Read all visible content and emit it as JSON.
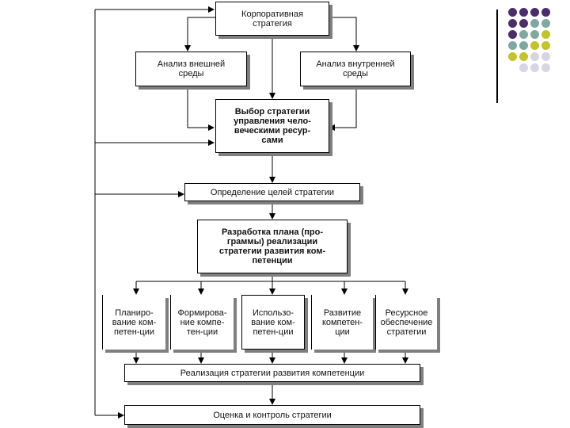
{
  "boxes": {
    "corporate": "Корпоративная\nстратегия",
    "external": "Анализ внешней\nсреды",
    "internal": "Анализ внутренней\nсреды",
    "choice": "Выбор стратегии\nуправления чело-\nвеческими ресур-\nсами",
    "goals": "Определение целей стратегии",
    "plan": "Разработка плана (про-\nграммы) реализации\nстратегии развития ком-\nпетенции",
    "planning": "Планиро-\nвание ком-\nпетен-ции",
    "forming": "Формирова-\nние компе-\nтен-ции",
    "using": "Использо-\nвание ком-\nпетен-ции",
    "developing": "Развитие\nкомпетен-\nции",
    "resource": "Ресурсное\nобеспечение\nстратегии",
    "implementation": "Реализация стратегии развития компетенции",
    "evaluation": "Оценка и контроль стратегии"
  },
  "colors": {
    "purple": "#4b2d6b",
    "teal": "#7fa8a3",
    "olive": "#c4c32c",
    "lavender": "#d7d4e6",
    "shadow": "#7f7f7f"
  }
}
